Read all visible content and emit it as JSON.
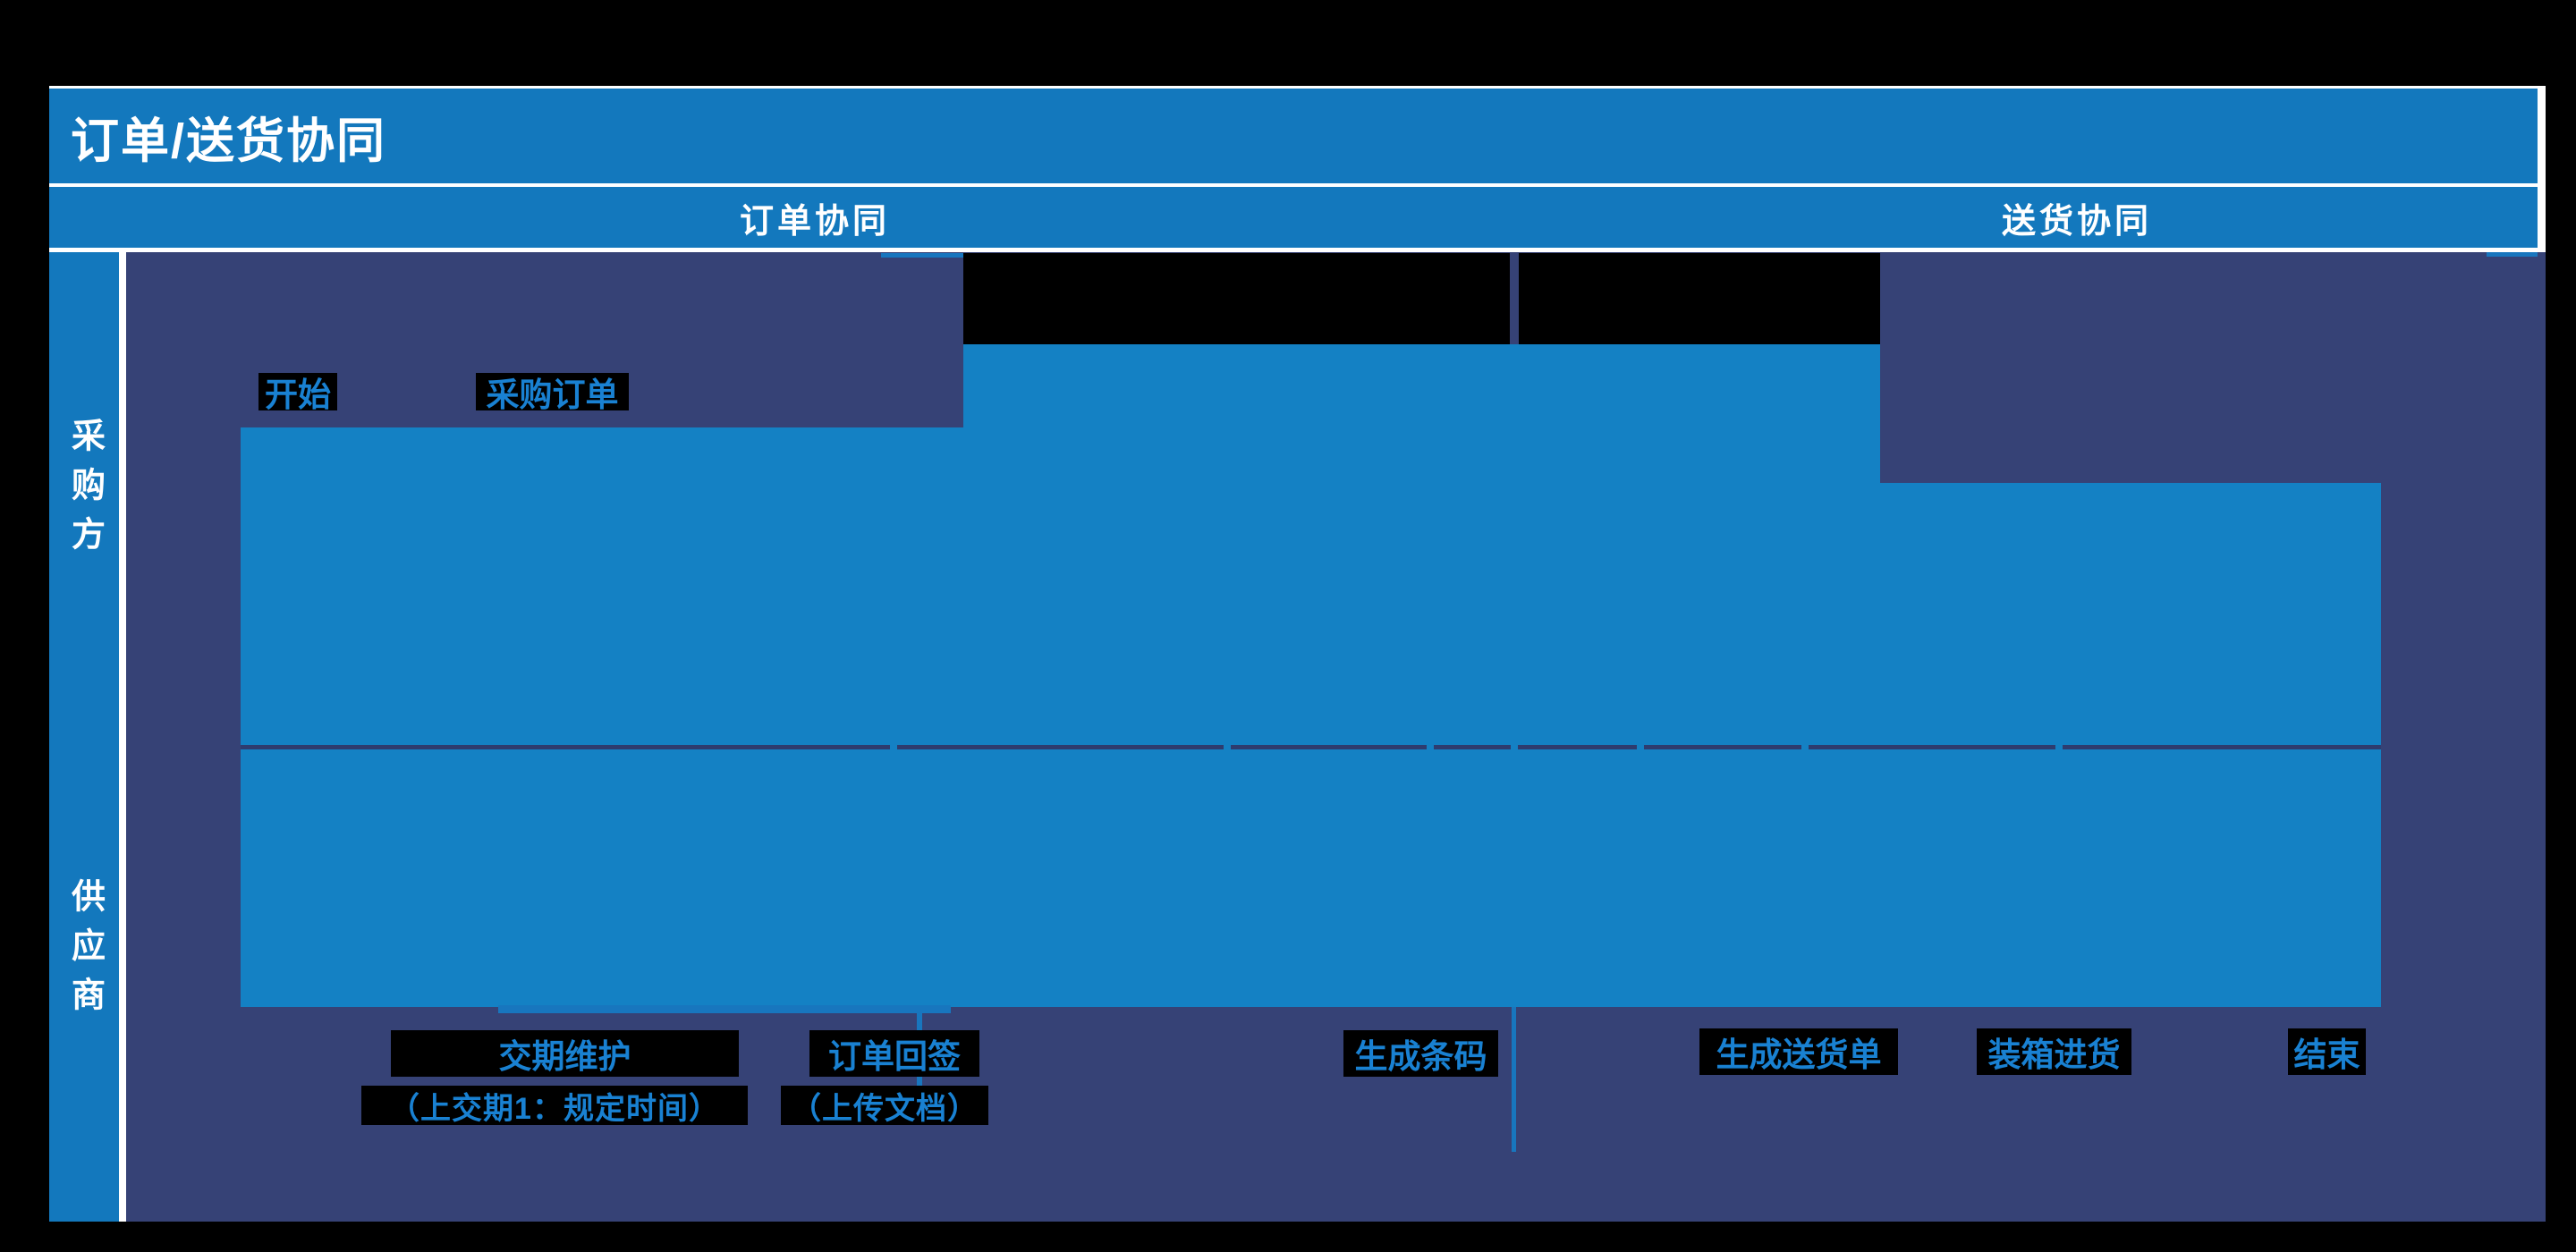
{
  "title": "订单/送货协同",
  "header": {
    "columns": [
      {
        "label": "订单协同"
      },
      {
        "label": "送货协同"
      }
    ]
  },
  "lanes": [
    {
      "label": "采购方"
    },
    {
      "label": "供应商"
    }
  ],
  "nodes": {
    "start": "开始",
    "purchase_order": "采购订单",
    "delivery_date_maintenance": "交期维护",
    "delivery_date_maintenance_note": "（上交期1：规定时间）",
    "order_sign_back": "订单回签",
    "order_sign_back_note": "（上传文档）",
    "generate_barcode": "生成条码",
    "generate_delivery_note": "生成送货单",
    "packing_inbound": "装箱进货",
    "end": "结束"
  },
  "colors": {
    "header_blue": "#1378BD",
    "panel_blue": "#1481C4",
    "lane_navy": "#364276",
    "divider_navy": "#2E3C6F",
    "node_text_blue": "#1981D2",
    "connector_blue": "#1876BE",
    "black": "#000000",
    "white": "#FFFFFF"
  }
}
